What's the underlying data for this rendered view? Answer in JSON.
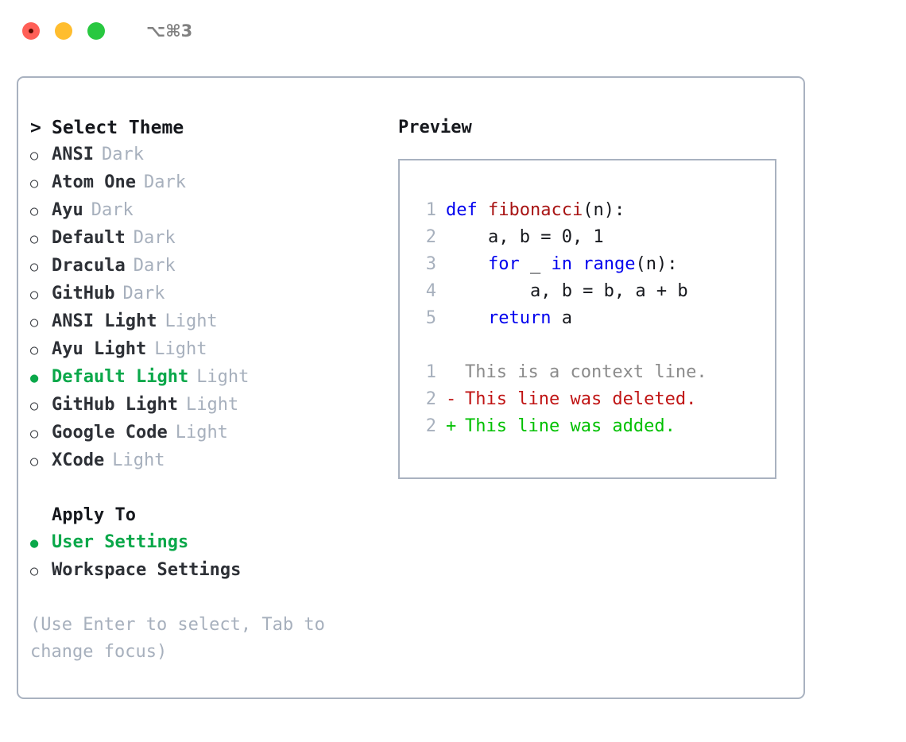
{
  "titlebar": {
    "shortcut": "⌥⌘3",
    "buttons": [
      "close",
      "minimize",
      "maximize"
    ]
  },
  "theme_picker": {
    "header": "Select Theme",
    "header_marker": ">",
    "bullet_unselected": "○",
    "bullet_selected": "●",
    "options": [
      {
        "label": "ANSI",
        "category": "Dark",
        "selected": false
      },
      {
        "label": "Atom One",
        "category": "Dark",
        "selected": false
      },
      {
        "label": "Ayu",
        "category": "Dark",
        "selected": false
      },
      {
        "label": "Default",
        "category": "Dark",
        "selected": false
      },
      {
        "label": "Dracula",
        "category": "Dark",
        "selected": false
      },
      {
        "label": "GitHub",
        "category": "Dark",
        "selected": false
      },
      {
        "label": "ANSI Light",
        "category": "Light",
        "selected": false
      },
      {
        "label": "Ayu Light",
        "category": "Light",
        "selected": false
      },
      {
        "label": "Default Light",
        "category": "Light",
        "selected": true
      },
      {
        "label": "GitHub Light",
        "category": "Light",
        "selected": false
      },
      {
        "label": "Google Code",
        "category": "Light",
        "selected": false
      },
      {
        "label": "XCode",
        "category": "Light",
        "selected": false
      }
    ]
  },
  "apply_to": {
    "header": "Apply To",
    "options": [
      {
        "label": "User Settings",
        "selected": true
      },
      {
        "label": "Workspace Settings",
        "selected": false
      }
    ]
  },
  "hint": "(Use Enter to select, Tab to change focus)",
  "preview": {
    "title": "Preview",
    "code": [
      {
        "lineno": "1",
        "tokens": [
          {
            "text": "def ",
            "kind": "kw"
          },
          {
            "text": "fibonacci",
            "kind": "fn"
          },
          {
            "text": "(n):",
            "kind": "plain"
          }
        ]
      },
      {
        "lineno": "2",
        "tokens": [
          {
            "text": "    a, b = 0, 1",
            "kind": "plain"
          }
        ]
      },
      {
        "lineno": "3",
        "tokens": [
          {
            "text": "    ",
            "kind": "plain"
          },
          {
            "text": "for",
            "kind": "kw"
          },
          {
            "text": " _ ",
            "kind": "plain"
          },
          {
            "text": "in",
            "kind": "kw"
          },
          {
            "text": " ",
            "kind": "plain"
          },
          {
            "text": "range",
            "kind": "kw"
          },
          {
            "text": "(n):",
            "kind": "plain"
          }
        ]
      },
      {
        "lineno": "4",
        "tokens": [
          {
            "text": "        a, b = b, a + b",
            "kind": "plain"
          }
        ]
      },
      {
        "lineno": "5",
        "tokens": [
          {
            "text": "    ",
            "kind": "plain"
          },
          {
            "text": "return",
            "kind": "kw"
          },
          {
            "text": " a",
            "kind": "plain"
          }
        ]
      }
    ],
    "diff": [
      {
        "lineno": "1",
        "marker": " ",
        "text": "This is a context line.",
        "kind": "ctx"
      },
      {
        "lineno": "2",
        "marker": "-",
        "text": "This line was deleted.",
        "kind": "del"
      },
      {
        "lineno": "2",
        "marker": "+",
        "text": "This line was added.",
        "kind": "add"
      }
    ]
  },
  "colors": {
    "accent_green": "#0aa84a",
    "diff_add": "#00c000",
    "diff_del": "#c01414",
    "keyword_blue": "#0000ee",
    "function_red": "#a81414",
    "muted_gray": "#a7b0bd",
    "border": "#a9b2c0"
  }
}
